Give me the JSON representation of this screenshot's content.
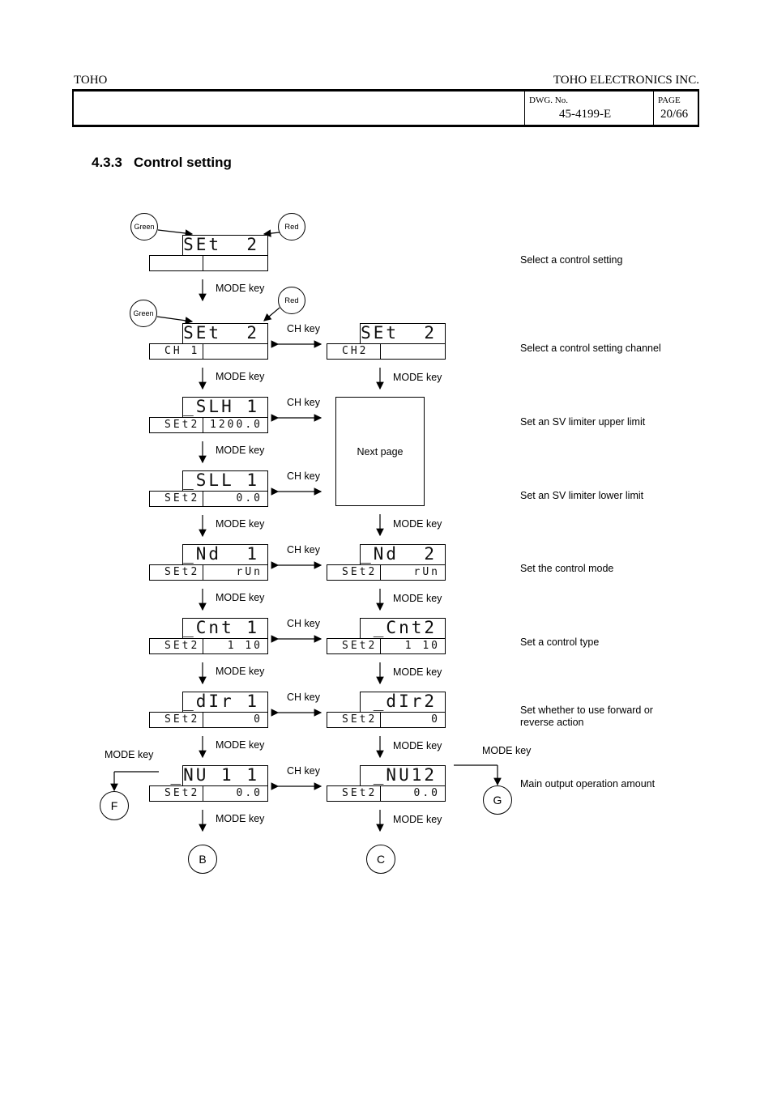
{
  "header": {
    "left": "TOHO",
    "right": "TOHO ELECTRONICS INC.",
    "dwg_label": "DWG. No.",
    "dwg_no": "45-4199-E",
    "page_label": "PAGE",
    "page": "20/66"
  },
  "section": {
    "title": "4.3.3   Control setting"
  },
  "indicators": {
    "green": "Green",
    "red": "Red"
  },
  "keys": {
    "mode": "MODE key",
    "ch": "CH key"
  },
  "next_page": "Next page",
  "left_column": [
    {
      "top": "SEt  2",
      "sub": "",
      "val": ""
    },
    {
      "top": "SEt  2",
      "sub": "CH 1",
      "val": ""
    },
    {
      "top": "_SLH 1",
      "sub": "SEt2",
      "val": "1200.0"
    },
    {
      "top": "_SLL 1",
      "sub": "SEt2",
      "val": "0.0"
    },
    {
      "top": "_Nd  1",
      "sub": "SEt2",
      "val": "rUn"
    },
    {
      "top": "_Cnt 1",
      "sub": "SEt2",
      "val": "1 10"
    },
    {
      "top": "_dIr 1",
      "sub": "SEt2",
      "val": "0"
    },
    {
      "top": "_NU 1 1",
      "sub": "SEt2",
      "val": "0.0"
    }
  ],
  "right_column": [
    null,
    {
      "top": "SEt  2",
      "sub": "CH2",
      "val": ""
    },
    null,
    null,
    {
      "top": "_Nd  2",
      "sub": "SEt2",
      "val": "rUn"
    },
    {
      "top": "_Cnt2",
      "sub": "SEt2",
      "val": "1 10"
    },
    {
      "top": "_dIr2",
      "sub": "SEt2",
      "val": "0"
    },
    {
      "top": "_NU12",
      "sub": "SEt2",
      "val": "0.0"
    }
  ],
  "descriptions": [
    "Select a control setting",
    "Select a control setting channel",
    "Set an SV limiter upper limit",
    "Set an SV limiter lower limit",
    "Set the control mode",
    "Set a control type",
    "Set whether to use forward or reverse action",
    "Main output operation amount"
  ],
  "connectors": {
    "B": "B",
    "C": "C",
    "F": "F",
    "G": "G"
  }
}
